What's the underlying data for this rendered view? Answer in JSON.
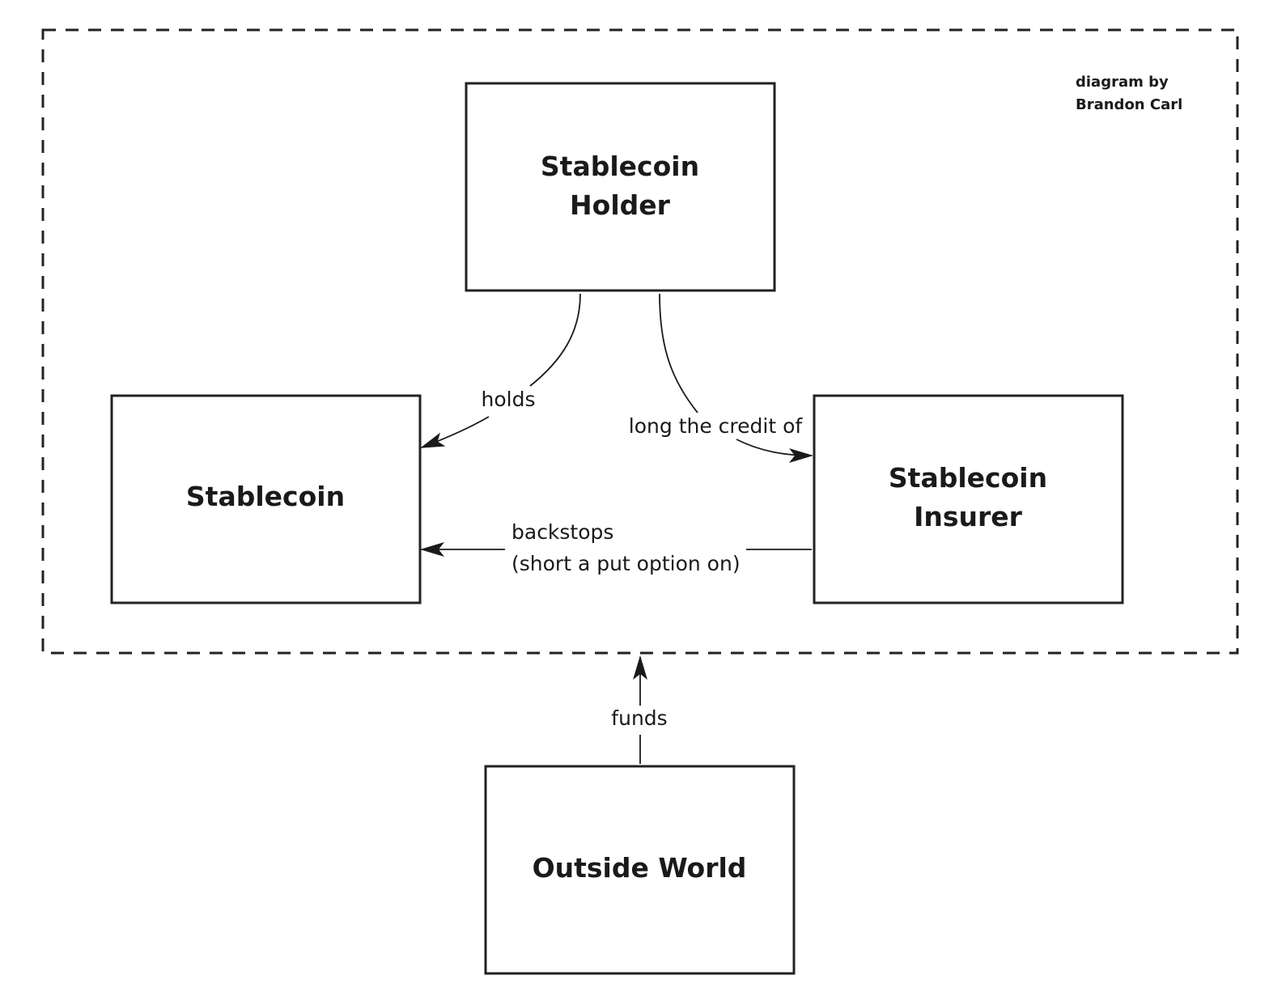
{
  "credit": {
    "line1": "diagram by",
    "line2": "Brandon Carl"
  },
  "nodes": {
    "holder": {
      "line1": "Stablecoin",
      "line2": "Holder"
    },
    "stablecoin": {
      "line1": "Stablecoin"
    },
    "insurer": {
      "line1": "Stablecoin",
      "line2": "Insurer"
    },
    "outside": {
      "line1": "Outside World"
    }
  },
  "edges": {
    "holds": "holds",
    "long_credit": "long the credit of",
    "backstops_line1": "backstops",
    "backstops_line2": "(short a put option on)",
    "funds": "funds"
  },
  "colors": {
    "stroke": "#222222",
    "text": "#1a1a1a",
    "background": "#ffffff"
  }
}
